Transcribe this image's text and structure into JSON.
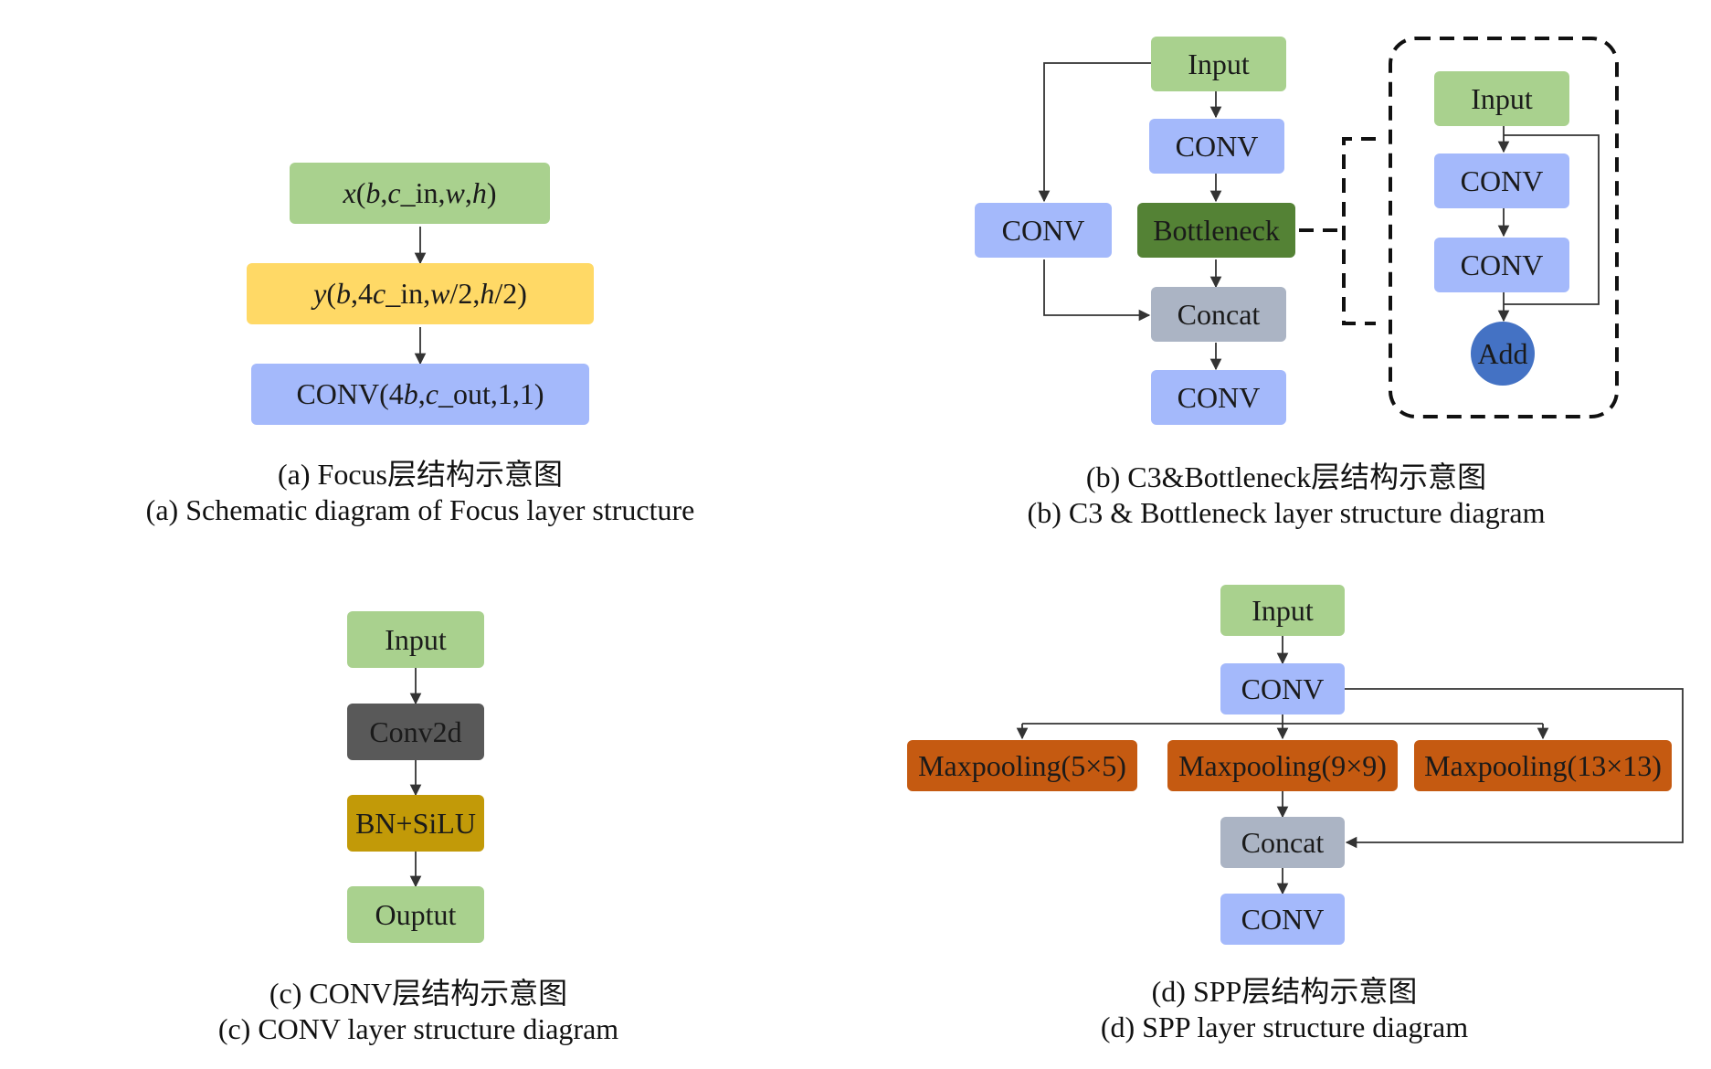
{
  "colors": {
    "input": "#a9d18e",
    "focus_y": "#ffd966",
    "conv": "#a4b9fb",
    "concat": "#abb4c4",
    "bottleneck": "#548235",
    "conv2d": "#595959",
    "bn_silu": "#c29a08",
    "maxpool": "#c55a11",
    "add": "#4472c4",
    "line": "#333333"
  },
  "panel_a": {
    "x_box": [
      {
        "t": "x",
        "i": true
      },
      {
        "t": "(",
        "i": false
      },
      {
        "t": "b",
        "i": true
      },
      {
        "t": ",",
        "i": false
      },
      {
        "t": "c",
        "i": true
      },
      {
        "t": "_in,",
        "i": false
      },
      {
        "t": "w",
        "i": true
      },
      {
        "t": ",",
        "i": false
      },
      {
        "t": "h",
        "i": true
      },
      {
        "t": ")",
        "i": false
      }
    ],
    "y_box": [
      {
        "t": "y",
        "i": true
      },
      {
        "t": "(",
        "i": false
      },
      {
        "t": "b",
        "i": true
      },
      {
        "t": ",4",
        "i": false
      },
      {
        "t": "c",
        "i": true
      },
      {
        "t": "_in,",
        "i": false
      },
      {
        "t": "w",
        "i": true
      },
      {
        "t": "/2,",
        "i": false
      },
      {
        "t": "h",
        "i": true
      },
      {
        "t": "/2)",
        "i": false
      }
    ],
    "conv_box": [
      {
        "t": "CONV(4",
        "i": false
      },
      {
        "t": "b",
        "i": true
      },
      {
        "t": ",",
        "i": false
      },
      {
        "t": "c",
        "i": true
      },
      {
        "t": "_out,1,1)",
        "i": false
      }
    ],
    "caption_cn": "(a) Focus层结构示意图",
    "caption_en": "(a) Schematic diagram of Focus layer structure"
  },
  "panel_b": {
    "input": "Input",
    "conv_top": "CONV",
    "conv_side": "CONV",
    "bottleneck": "Bottleneck",
    "concat": "Concat",
    "conv_bottom": "CONV",
    "detail_input": "Input",
    "detail_conv1": "CONV",
    "detail_conv2": "CONV",
    "detail_add": "Add",
    "caption_cn": "(b) C3&Bottleneck层结构示意图",
    "caption_en": "(b) C3 & Bottleneck layer structure diagram"
  },
  "panel_c": {
    "input": "Input",
    "conv2d": "Conv2d",
    "bn_silu": "BN+SiLU",
    "output": "Ouptut",
    "caption_cn": "(c) CONV层结构示意图",
    "caption_en": "(c) CONV layer structure diagram"
  },
  "panel_d": {
    "input": "Input",
    "conv_top": "CONV",
    "maxpool_5": "Maxpooling(5×5)",
    "maxpool_9": "Maxpooling(9×9)",
    "maxpool_13": "Maxpooling(13×13)",
    "concat": "Concat",
    "conv_bottom": "CONV",
    "caption_cn": "(d) SPP层结构示意图",
    "caption_en": "(d) SPP layer structure diagram"
  }
}
